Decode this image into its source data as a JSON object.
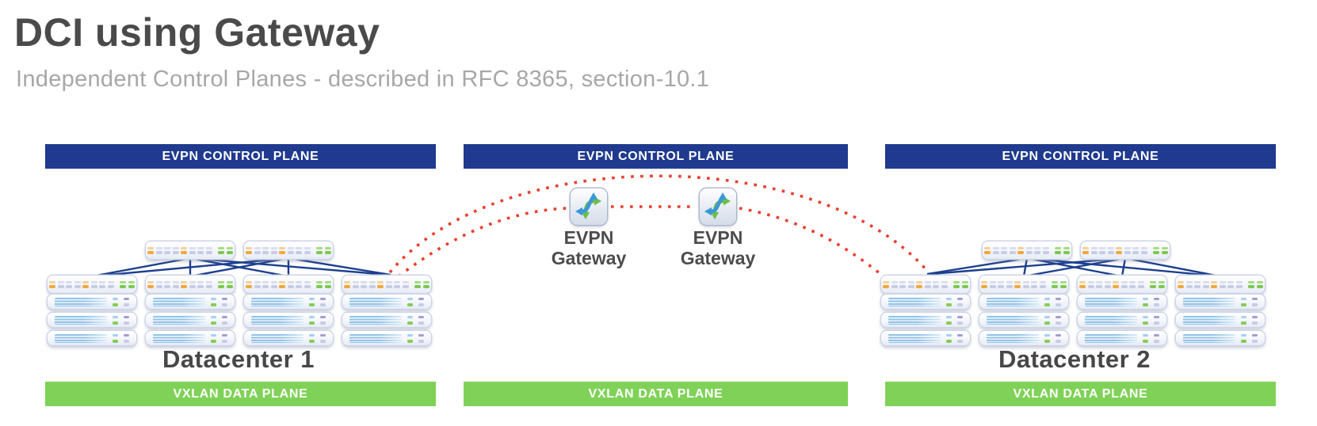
{
  "header": {
    "title": "DCI using Gateway",
    "subtitle": "Independent Control Planes - described in RFC 8365, section-10.1"
  },
  "planes": {
    "control": "EVPN CONTROL PLANE",
    "data": "VXLAN DATA PLANE"
  },
  "gateway": {
    "line1": "EVPN",
    "line2": "Gateway"
  },
  "datacenters": [
    {
      "label": "Datacenter 1"
    },
    {
      "label": "Datacenter 2"
    }
  ],
  "colors": {
    "control_plane_banner": "#1f3a8e",
    "data_plane_banner": "#7fd257",
    "dci_dotted_link": "#e8402e",
    "fabric_link": "#1c3f8f",
    "title_text": "#4a4a4a",
    "subtitle_text": "#a7a7a7"
  },
  "icons": {
    "gateway": "routing-gateway-icon",
    "spine": "spine-switch-icon",
    "leaf": "leaf-switch-icon",
    "server": "server-icon"
  }
}
